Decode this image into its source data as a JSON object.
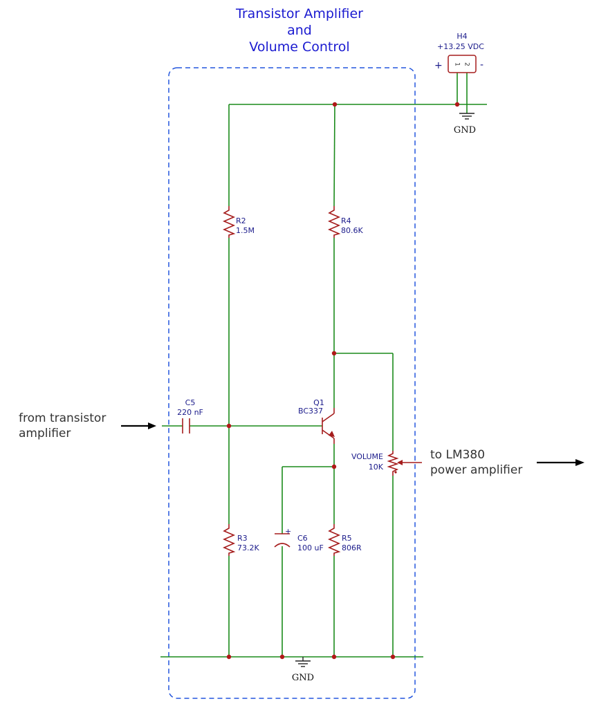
{
  "title": {
    "line1": "Transistor Amplifier",
    "line2": "and",
    "line3": "Volume Control"
  },
  "connector": {
    "ref": "H4",
    "value": "+13.25 VDC",
    "plus": "+",
    "minus": "-",
    "pin1": "1",
    "pin2": "2"
  },
  "components": {
    "r2": {
      "ref": "R2",
      "value": "1.5M"
    },
    "r4": {
      "ref": "R4",
      "value": "80.6K"
    },
    "r3": {
      "ref": "R3",
      "value": "73.2K"
    },
    "r5": {
      "ref": "R5",
      "value": "806R"
    },
    "c5": {
      "ref": "C5",
      "value": "220 nF"
    },
    "c6": {
      "ref": "C6",
      "value": "100 uF",
      "polarity": "+"
    },
    "q1": {
      "ref": "Q1",
      "value": "BC337"
    },
    "volume": {
      "ref": "VOLUME",
      "value": "10K"
    }
  },
  "signals": {
    "input_line1": "from transistor",
    "input_line2": "amplifier",
    "output_line1": "to LM380",
    "output_line2": "power amplifier"
  },
  "ground": {
    "top": "GND",
    "bottom": "GND"
  },
  "colors": {
    "wire": "#1a8a1a",
    "component": "#a51c1c",
    "frame": "#2255dd",
    "title": "#1a1ad0",
    "label": "#1a1a8a"
  }
}
